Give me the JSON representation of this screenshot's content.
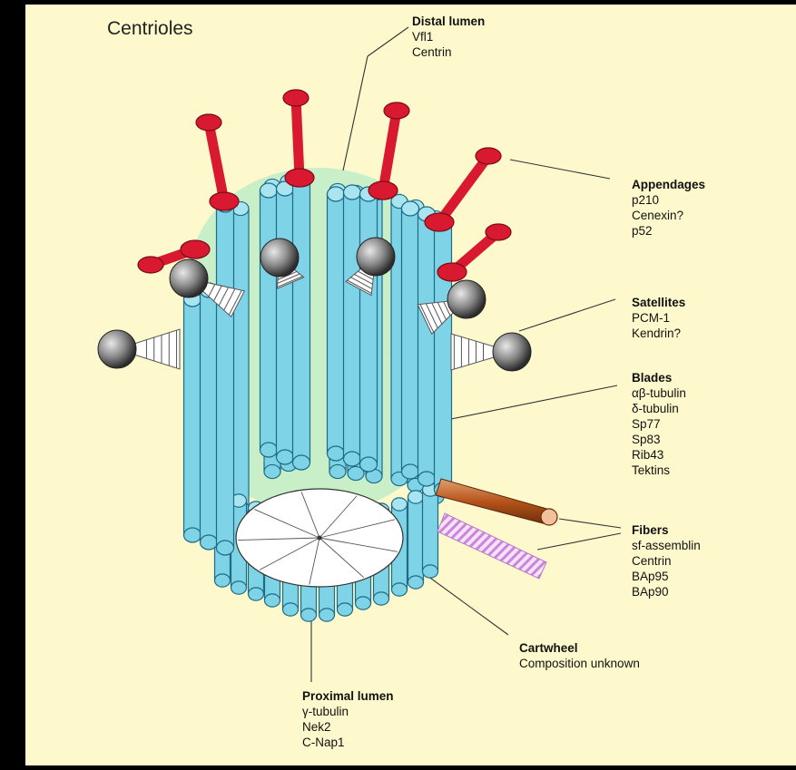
{
  "title": "Centrioles",
  "labels": {
    "distal_lumen": {
      "heading": "Distal lumen",
      "items": [
        "Vfl1",
        "Centrin"
      ]
    },
    "appendages": {
      "heading": "Appendages",
      "items": [
        "p210",
        "Cenexin?",
        "p52"
      ]
    },
    "satellites": {
      "heading": "Satellites",
      "items": [
        "PCM-1",
        "Kendrin?"
      ]
    },
    "blades": {
      "heading": "Blades",
      "items": [
        "αβ-tubulin",
        "δ-tubulin",
        "Sp77",
        "Sp83",
        "Rib43",
        "Tektins"
      ]
    },
    "fibers": {
      "heading": "Fibers",
      "items": [
        "sf-assemblin",
        "Centrin",
        "BAp95",
        "BAp90"
      ]
    },
    "cartwheel": {
      "heading": "Cartwheel",
      "items": [
        "Composition unknown"
      ]
    },
    "proximal_lumen": {
      "heading": "Proximal lumen",
      "items": [
        "γ-tubulin",
        "Nek2",
        "C-Nap1"
      ]
    }
  },
  "colors": {
    "background": "#fdf9cc",
    "microtubule": "#7fd3e6",
    "lumen_glow": "#c8efc8",
    "appendage": "#d8192f",
    "satellite": "#777777",
    "fiber_rod": "#b8561c",
    "fiber_striated": "#d38ee0"
  }
}
